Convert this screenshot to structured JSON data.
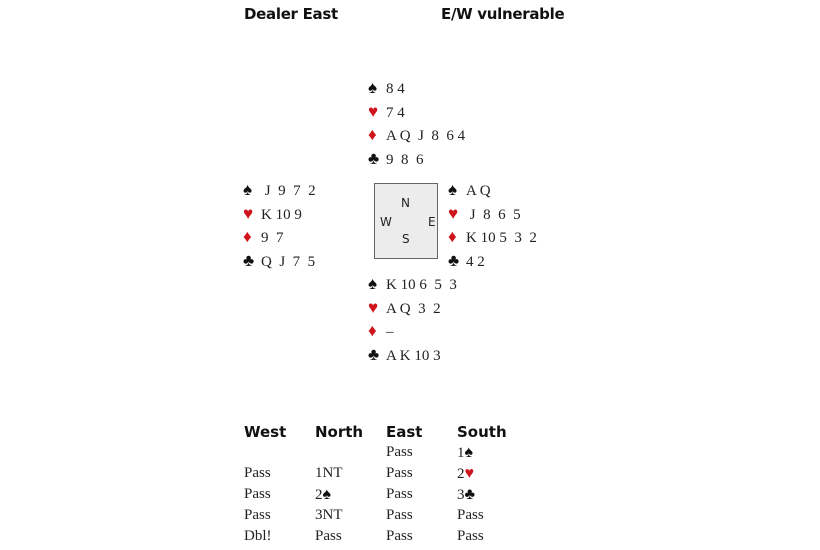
{
  "header": {
    "dealer": "Dealer East",
    "vulnerability": "E/W vulnerable"
  },
  "suit_symbols": {
    "spades": "♠",
    "hearts": "♥",
    "diamonds": "♦",
    "clubs": "♣"
  },
  "colors": {
    "red": "#d0141c",
    "black": "#111111"
  },
  "hands": {
    "north": {
      "spades": "8 4",
      "hearts": "7 4",
      "diamonds": "A Q  J  8  6 4",
      "clubs": "9  8  6"
    },
    "west": {
      "spades": " J  9  7  2",
      "hearts": "K 10 9",
      "diamonds": "9  7",
      "clubs": "Q  J  7  5"
    },
    "east": {
      "spades": "A Q",
      "hearts": " J  8  6  5",
      "diamonds": "K 10 5  3  2",
      "clubs": "4 2"
    },
    "south": {
      "spades": "K 10 6  5  3",
      "hearts": "A Q  3  2",
      "diamonds": "–",
      "clubs": "A K 10 3"
    }
  },
  "compass": {
    "n": "N",
    "e": "E",
    "s": "S",
    "w": "W"
  },
  "bidding": {
    "headers": [
      "West",
      "North",
      "East",
      "South"
    ],
    "rows": [
      [
        {
          "text": ""
        },
        {
          "text": ""
        },
        {
          "text": "Pass"
        },
        {
          "text": "1",
          "suit": "spades"
        }
      ],
      [
        {
          "text": "Pass"
        },
        {
          "text": "1NT"
        },
        {
          "text": "Pass"
        },
        {
          "text": "2",
          "suit": "hearts"
        }
      ],
      [
        {
          "text": "Pass"
        },
        {
          "text": "2",
          "suit": "spades"
        },
        {
          "text": "Pass"
        },
        {
          "text": "3",
          "suit": "clubs"
        }
      ],
      [
        {
          "text": "Pass"
        },
        {
          "text": "3NT"
        },
        {
          "text": "Pass"
        },
        {
          "text": "Pass"
        }
      ],
      [
        {
          "text": "Dbl!"
        },
        {
          "text": "Pass"
        },
        {
          "text": "Pass"
        },
        {
          "text": "Pass"
        }
      ]
    ]
  }
}
